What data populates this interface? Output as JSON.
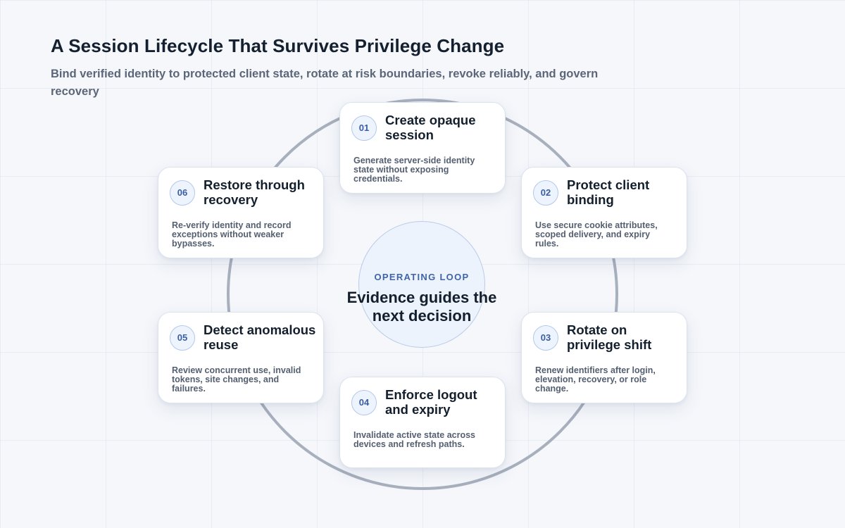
{
  "header": {
    "title": "A Session Lifecycle That Survives Privilege Change",
    "subtitle": "Bind verified identity to protected client state, rotate at risk boundaries, revoke reliably, and govern recovery"
  },
  "center": {
    "kicker": "OPERATING LOOP",
    "title": "Evidence guides the next decision"
  },
  "steps": [
    {
      "number": "01",
      "title": "Create opaque session",
      "description": "Generate server-side identity state without exposing credentials."
    },
    {
      "number": "02",
      "title": "Protect client binding",
      "description": "Use secure cookie attributes, scoped delivery, and expiry rules."
    },
    {
      "number": "03",
      "title": "Rotate on privilege shift",
      "description": "Renew identifiers after login, elevation, recovery, or role change."
    },
    {
      "number": "04",
      "title": "Enforce logout and expiry",
      "description": "Invalidate active state across devices and refresh paths."
    },
    {
      "number": "05",
      "title": "Detect anomalous reuse",
      "description": "Review concurrent use, invalid tokens, site changes, and failures."
    },
    {
      "number": "06",
      "title": "Restore through recovery",
      "description": "Re-verify identity and record exceptions without weaker bypasses."
    }
  ],
  "colors": {
    "ring": "#a8b0be",
    "accent": "#3f64a8",
    "badge_bg": "#eef4fe",
    "center_bg": "#edf3fd"
  }
}
